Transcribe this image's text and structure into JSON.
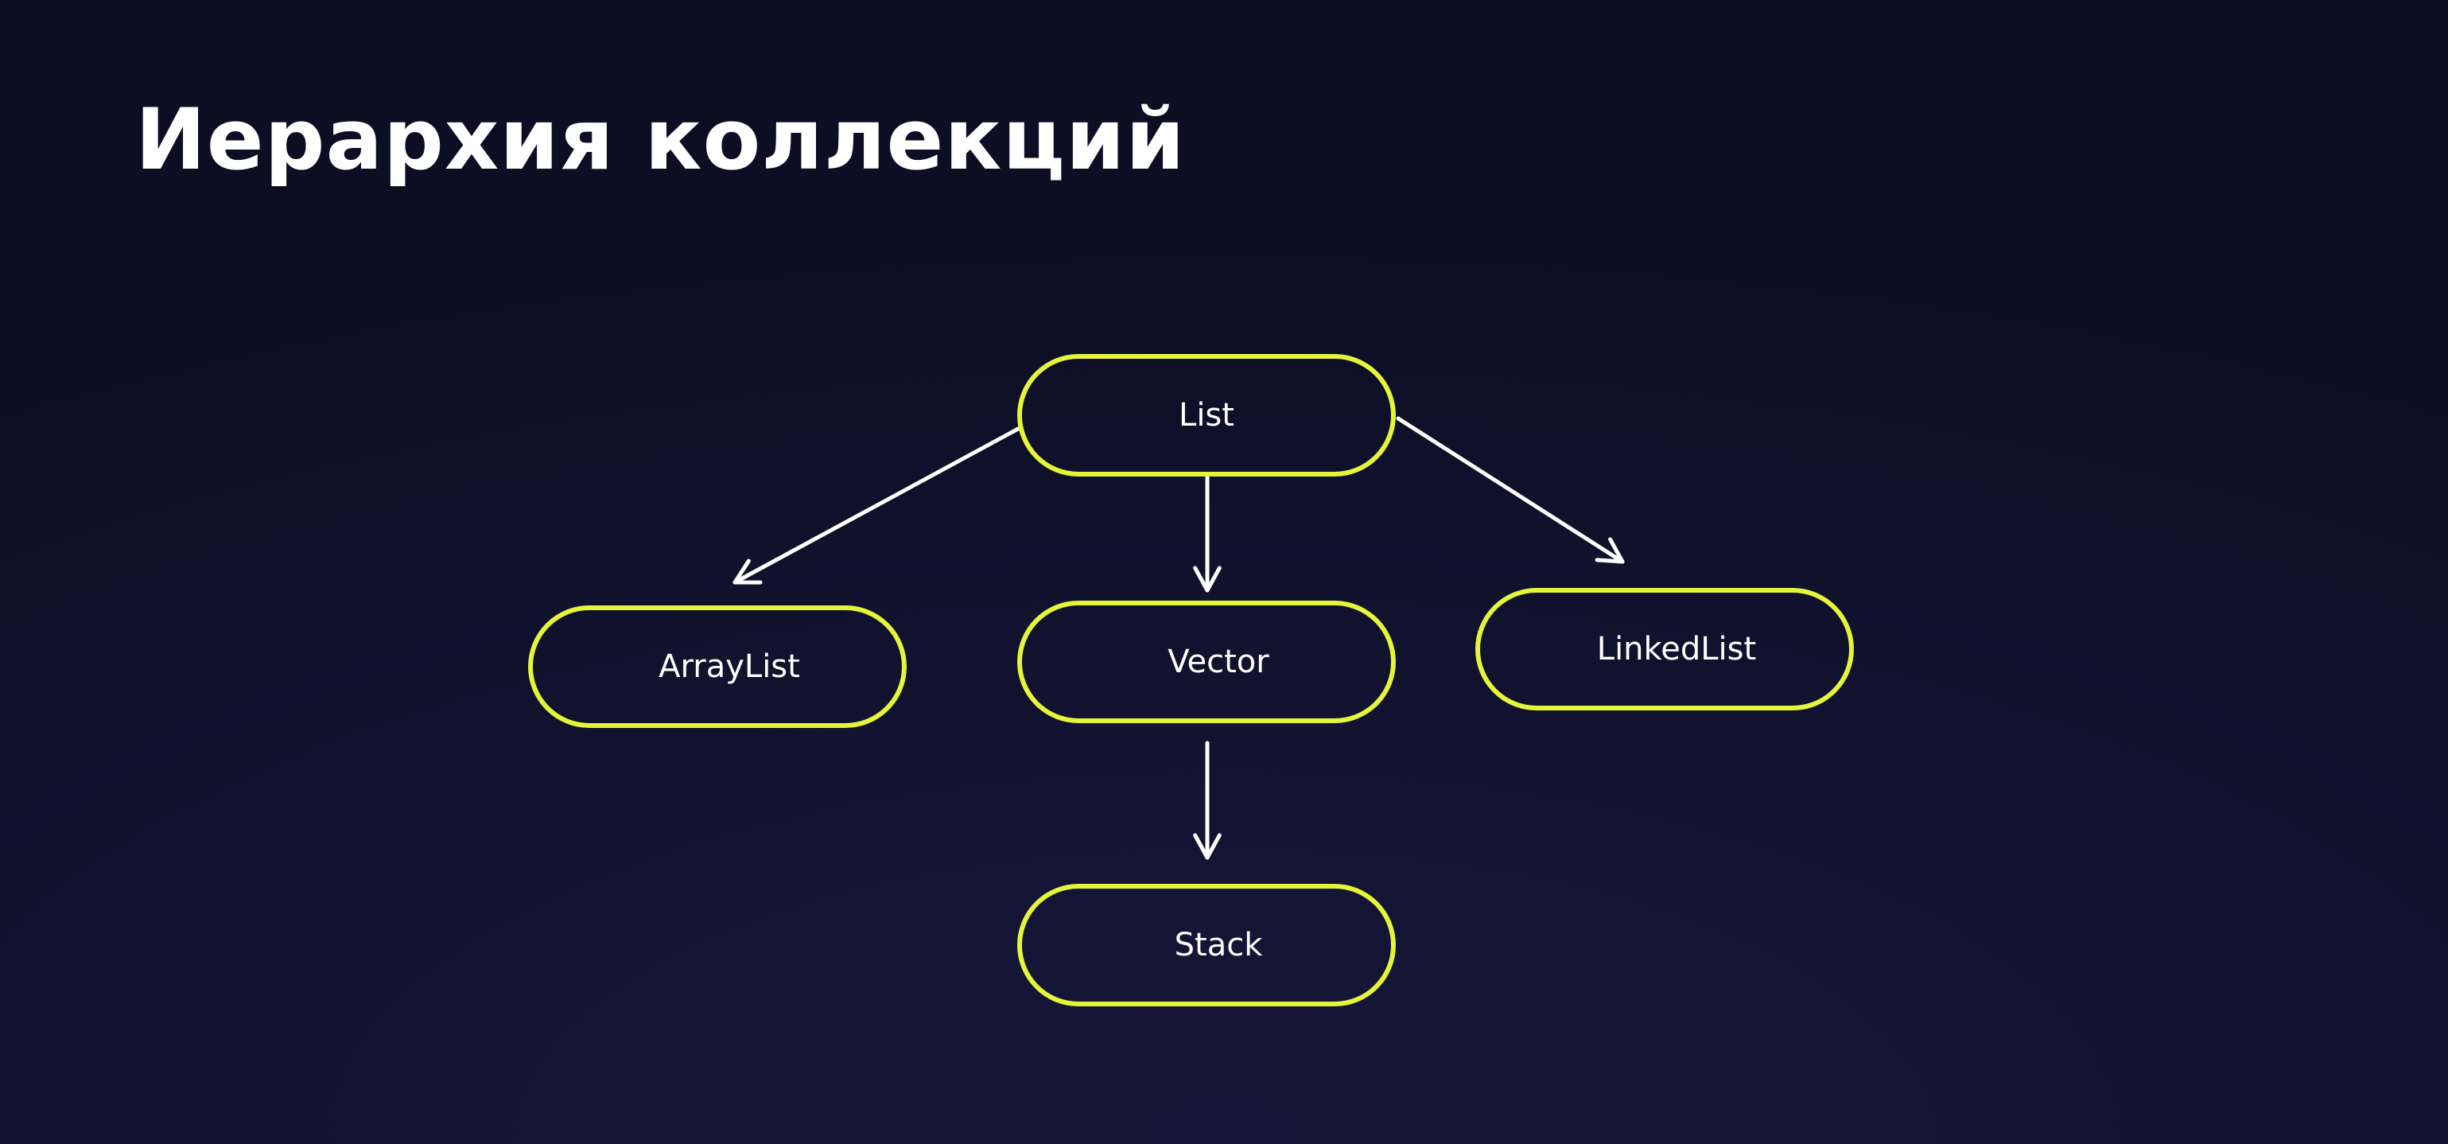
{
  "title": "Иерархия коллекций",
  "colors": {
    "node_outline": "#e4f53a",
    "arrow": "#ffffff",
    "text": "#ffffff",
    "background": "#111230"
  },
  "diagram": {
    "nodes": [
      {
        "id": "list",
        "label": "List"
      },
      {
        "id": "arraylist",
        "label": "ArrayList"
      },
      {
        "id": "vector",
        "label": "Vector"
      },
      {
        "id": "linkedlist",
        "label": "LinkedList"
      },
      {
        "id": "stack",
        "label": "Stack"
      }
    ],
    "edges": [
      {
        "from": "list",
        "to": "arraylist"
      },
      {
        "from": "list",
        "to": "vector"
      },
      {
        "from": "list",
        "to": "linkedlist"
      },
      {
        "from": "vector",
        "to": "stack"
      }
    ]
  }
}
